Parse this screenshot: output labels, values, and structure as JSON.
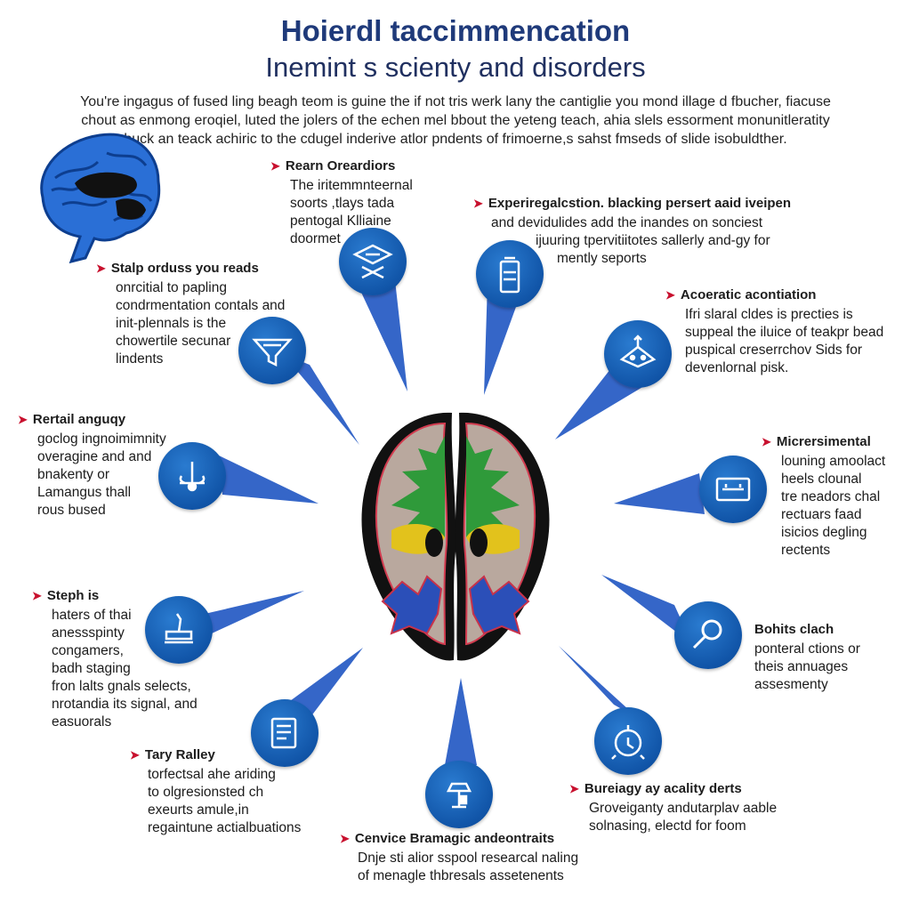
{
  "title": {
    "line1": "Hoierdl taccimmencation",
    "line2": "Inemint s scienty and disorders"
  },
  "intro": [
    "You're ingagus of fused ling beagh teom is guine the if not tris werk lany the cantiglie you mond illage d fbucher, fiacuse",
    "chout as enmong eroqiel, luted the jolers of the echen mel bbout the yeteng teach, ahia slels essorment monunitleratity",
    "buck an teack achiric to the cdugel inderive atlor pndents of frimoerne,s sahst fmseds of slide isobuldther."
  ],
  "labels": [
    {
      "head": "Rearn Oreardiors",
      "lines": [
        "The iritemmnteernal",
        "soorts ,tlays tada",
        "pentogal Klliaine",
        "doormet"
      ]
    },
    {
      "head": "Experiregalcstion. blacking persert aaid iveipen",
      "lines": [
        "and devidulides add the inandes on sonciest",
        "ijuuring tpervitiitotes sallerly and-gy for",
        "mently seports"
      ]
    },
    {
      "head": "Acoeratic acontiation",
      "lines": [
        "Ifri slaral cldes is precties is",
        "suppeal the iluice of teakpr bead",
        "puspical creserrchov Sids for",
        "devenlornal pisk."
      ]
    },
    {
      "head": "Micrersimental",
      "lines": [
        "louning amoolact",
        "heels clounal",
        "tre neadors chal",
        "rectuars faad",
        "isicios degling",
        "rectents"
      ]
    },
    {
      "head": "Bohits clach",
      "lines": [
        "ponteral ctions or",
        "theis annuages",
        "assesmenty"
      ]
    },
    {
      "head": "Bureiagy ay acality derts",
      "lines": [
        "Groveiganty andutarplav aable",
        "solnasing, electd for foom"
      ]
    },
    {
      "head": "Cenvice Bramagic andeontraits",
      "lines": [
        "Dnje sti alior sspool researcal naling",
        "of menagle thbresals assetenents"
      ]
    },
    {
      "head": "Tary Ralley",
      "lines": [
        "torfectsal ahe ariding",
        "to olgresionsted ch",
        "exeurts amule,in",
        "regaintune actialbuations"
      ]
    },
    {
      "head": "Steph is",
      "lines": [
        "haters of thai",
        "anessspinty",
        "congamers,",
        "badh staging",
        "fron lalts gnals selects,",
        "nrotandia its signal, and",
        "easuorals"
      ]
    },
    {
      "head": "Rertail anguqy",
      "lines": [
        "goclog ingnoimimnity",
        "overagine and and",
        "bnakenty or",
        "Lamangus thall",
        "rous bused"
      ]
    },
    {
      "head": "Stalp orduss you reads",
      "lines": [
        "onrcitial to papling",
        "condrmentation contals and",
        "init-plennals is the",
        "chowertile secunar",
        "lindents"
      ]
    }
  ],
  "icons": [
    "loom-icon",
    "vial-icon",
    "molecule-icon",
    "monitor-icon",
    "magnifier-icon",
    "stopwatch-icon",
    "microscope-icon",
    "clipboard-icon",
    "sample-tray-icon",
    "scale-icon",
    "funnel-icon"
  ],
  "colors": {
    "title": "#1f3a7a",
    "node": "#1155a8",
    "beam": "#3566c8",
    "arrow": "#c8102e",
    "brain_icon": "#2a6fd6"
  }
}
